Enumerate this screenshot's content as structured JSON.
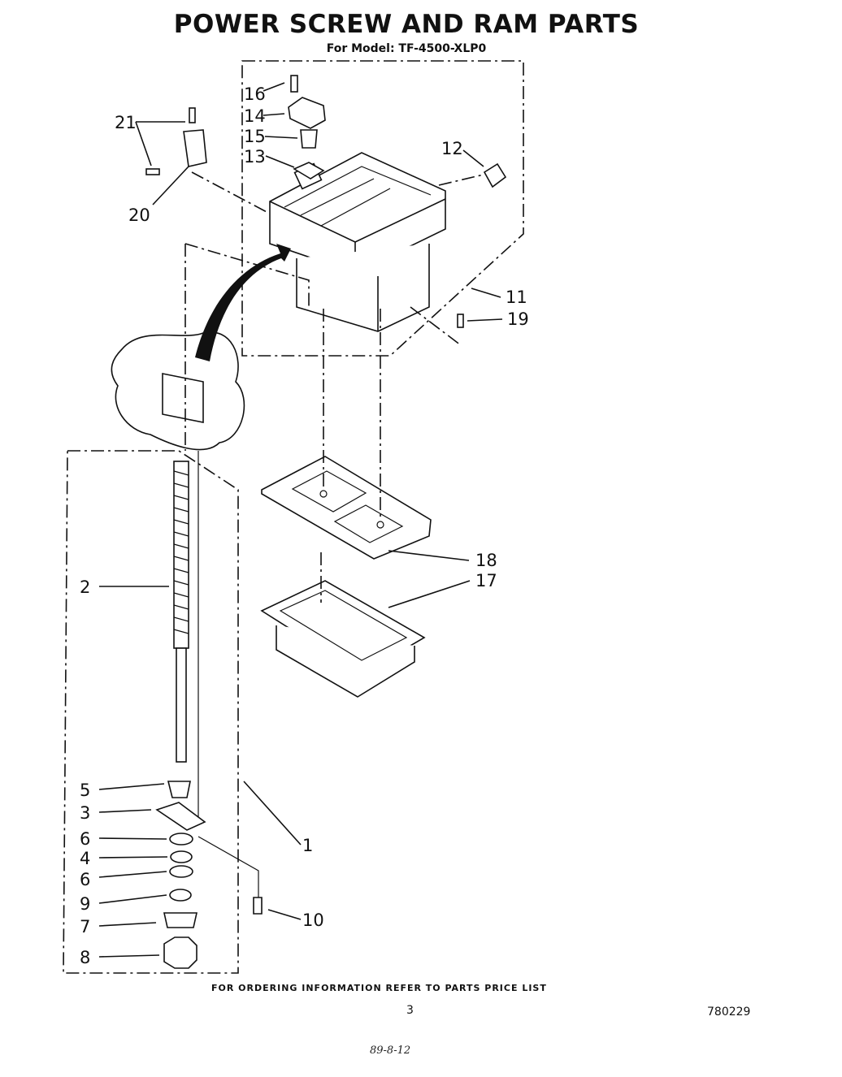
{
  "header": {
    "title": "POWER SCREW AND RAM PARTS",
    "subtitle": "For Model: TF-4500-XLP0"
  },
  "callouts": {
    "c1": "1",
    "c2": "2",
    "c3": "3",
    "c4": "4",
    "c5": "5",
    "c6a": "6",
    "c6b": "6",
    "c7": "7",
    "c8": "8",
    "c9": "9",
    "c10": "10",
    "c11": "11",
    "c12": "12",
    "c13": "13",
    "c14": "14",
    "c15": "15",
    "c16": "16",
    "c17": "17",
    "c18": "18",
    "c19": "19",
    "c20": "20",
    "c21": "21"
  },
  "footer": {
    "ordering_note": "FOR ORDERING INFORMATION REFER TO PARTS PRICE LIST",
    "page_number": "3",
    "document_code": "780229",
    "handwritten_note": "89-8-12"
  }
}
